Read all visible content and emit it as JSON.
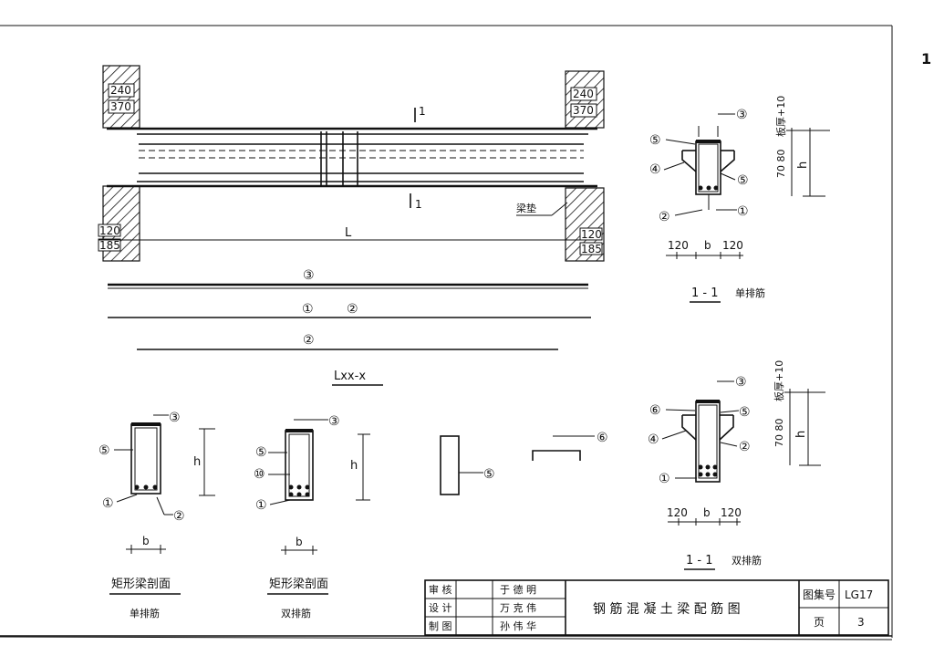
{
  "page_marker": "1",
  "wall_left": {
    "thickness_top": "240",
    "thickness_bottom": "370",
    "bearing_top": "120",
    "bearing_bottom": "185"
  },
  "wall_right": {
    "thickness_top": "240",
    "thickness_bottom": "370",
    "bearing_top": "120",
    "bearing_bottom": "185"
  },
  "elevation": {
    "section_mark_top": "1",
    "section_mark_bottom": "1",
    "span_label": "L",
    "support_note": "梁垫",
    "bar3_mark": "③",
    "bar1_mark": "①",
    "bar2_mark": "②",
    "bar2b_mark": "②",
    "caption": "Lxx-x"
  },
  "section_single": {
    "marks": [
      "③",
      "⑤",
      "④",
      "⑤",
      "②",
      "①"
    ],
    "dim_left": "120",
    "dim_b": "b",
    "dim_right": "120",
    "dim_side": "70 80",
    "dim_side_note": "板厚+10",
    "dim_h": "h",
    "caption_id": "1 - 1",
    "caption_text": "单排筋"
  },
  "section_double": {
    "marks": [
      "③",
      "⑥",
      "⑤",
      "④",
      "②",
      "①"
    ],
    "dim_left": "120",
    "dim_b": "b",
    "dim_right": "120",
    "dim_side": "70 80",
    "dim_side_note": "板厚+10",
    "dim_h": "h",
    "caption_id": "1 - 1",
    "caption_text": "双排筋"
  },
  "rect_single": {
    "marks": [
      "③",
      "⑤",
      "①",
      "②"
    ],
    "dim_h": "h",
    "dim_b": "b",
    "caption": "矩形梁剖面",
    "sub_caption": "单排筋"
  },
  "rect_double": {
    "marks": [
      "③",
      "⑤",
      "⑩",
      "①"
    ],
    "dim_h": "h",
    "dim_b": "b",
    "caption": "矩形梁剖面",
    "sub_caption": "双排筋"
  },
  "detail_stirrup": {
    "mark": "⑤"
  },
  "detail_bar6": {
    "mark": "⑥"
  },
  "title_block": {
    "row_labels": [
      "审 核",
      "设 计",
      "制 图"
    ],
    "signatures": [
      "于 德 明",
      "万 克 伟",
      "孙 伟 华"
    ],
    "title": "钢 筋 混 凝 土 梁 配 筋 图",
    "set_label": "图集号",
    "set_value": "LG17",
    "page_label": "页",
    "page_value": "3"
  }
}
